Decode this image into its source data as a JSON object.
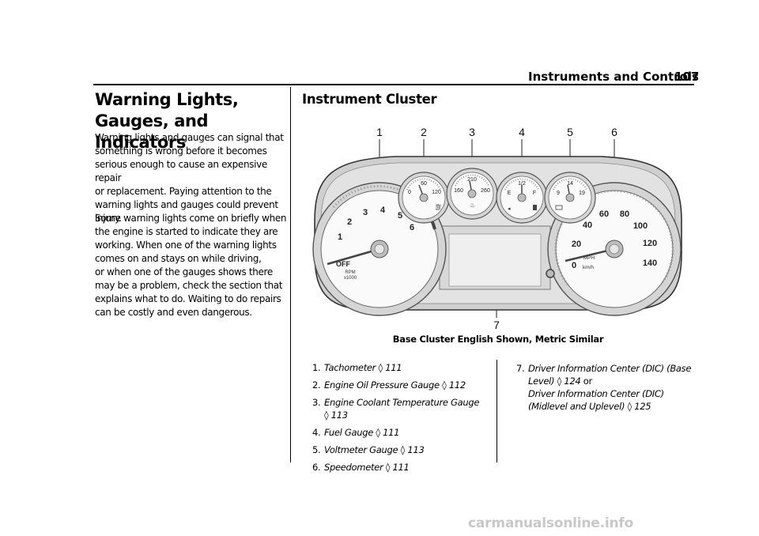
{
  "header": {
    "section_title": "Instruments and Controls",
    "page_number": "107"
  },
  "left": {
    "heading": "Warning Lights, Gauges, and Indicators",
    "heading_line1": "Warning Lights, Gauges, and",
    "heading_line2": "Indicators",
    "para1": [
      "Warning lights and gauges can signal that",
      "something is wrong before it becomes",
      "serious enough to cause an expensive repair",
      "or replacement. Paying attention to the",
      "warning lights and gauges could prevent",
      "injury."
    ],
    "para2": [
      "Some warning lights come on briefly when",
      "the engine is started to indicate they are",
      "working. When one of the warning lights",
      "comes on and stays on while driving,",
      "or when one of the gauges shows there",
      "may be a problem, check the section that",
      "explains what to do. Waiting to do repairs",
      "can be costly and even dangerous."
    ]
  },
  "right": {
    "heading": "Instrument Cluster",
    "callouts": [
      "1",
      "2",
      "3",
      "4",
      "5",
      "6",
      "7"
    ],
    "tach_ticks": [
      "1",
      "2",
      "3",
      "4",
      "5",
      "6"
    ],
    "tach_labels": {
      "off": "OFF",
      "rpm": "RPM",
      "x1000": "x1000"
    },
    "oil_ticks": [
      "0",
      "60",
      "120"
    ],
    "coolant_ticks": [
      "160",
      "210",
      "260"
    ],
    "fuel_ticks": [
      "E",
      "1/2",
      "F"
    ],
    "volt_ticks": [
      "9",
      "14",
      "19"
    ],
    "speed_ticks": [
      "0",
      "20",
      "40",
      "60",
      "80",
      "100",
      "120",
      "140"
    ],
    "speed_units": {
      "mph": "MPH",
      "kmh": "km/h"
    },
    "caption": "Base Cluster English Shown, Metric Similar",
    "list": [
      {
        "num": "1.",
        "label": "Tachometer",
        "page": "111"
      },
      {
        "num": "2.",
        "label": "Engine Oil Pressure Gauge",
        "page": "112"
      },
      {
        "num": "3.",
        "label": "Engine Coolant Temperature Gauge",
        "page": "113"
      },
      {
        "num": "4.",
        "label": "Fuel Gauge",
        "page": "111"
      },
      {
        "num": "5.",
        "label": "Voltmeter Gauge",
        "page": "113"
      },
      {
        "num": "6.",
        "label": "Speedometer",
        "page": "111"
      }
    ],
    "item7": {
      "num": "7.",
      "line1": "Driver Information Center (DIC) (Base",
      "line2_label": "Level)",
      "line2_page": "124",
      "line2_or": "or",
      "line3": "Driver Information Center (DIC)",
      "line4_label": "(Midlevel and Uplevel)",
      "line4_page": "125"
    },
    "ref_symbol": "◊"
  },
  "watermark": "carmanualsonline.info"
}
